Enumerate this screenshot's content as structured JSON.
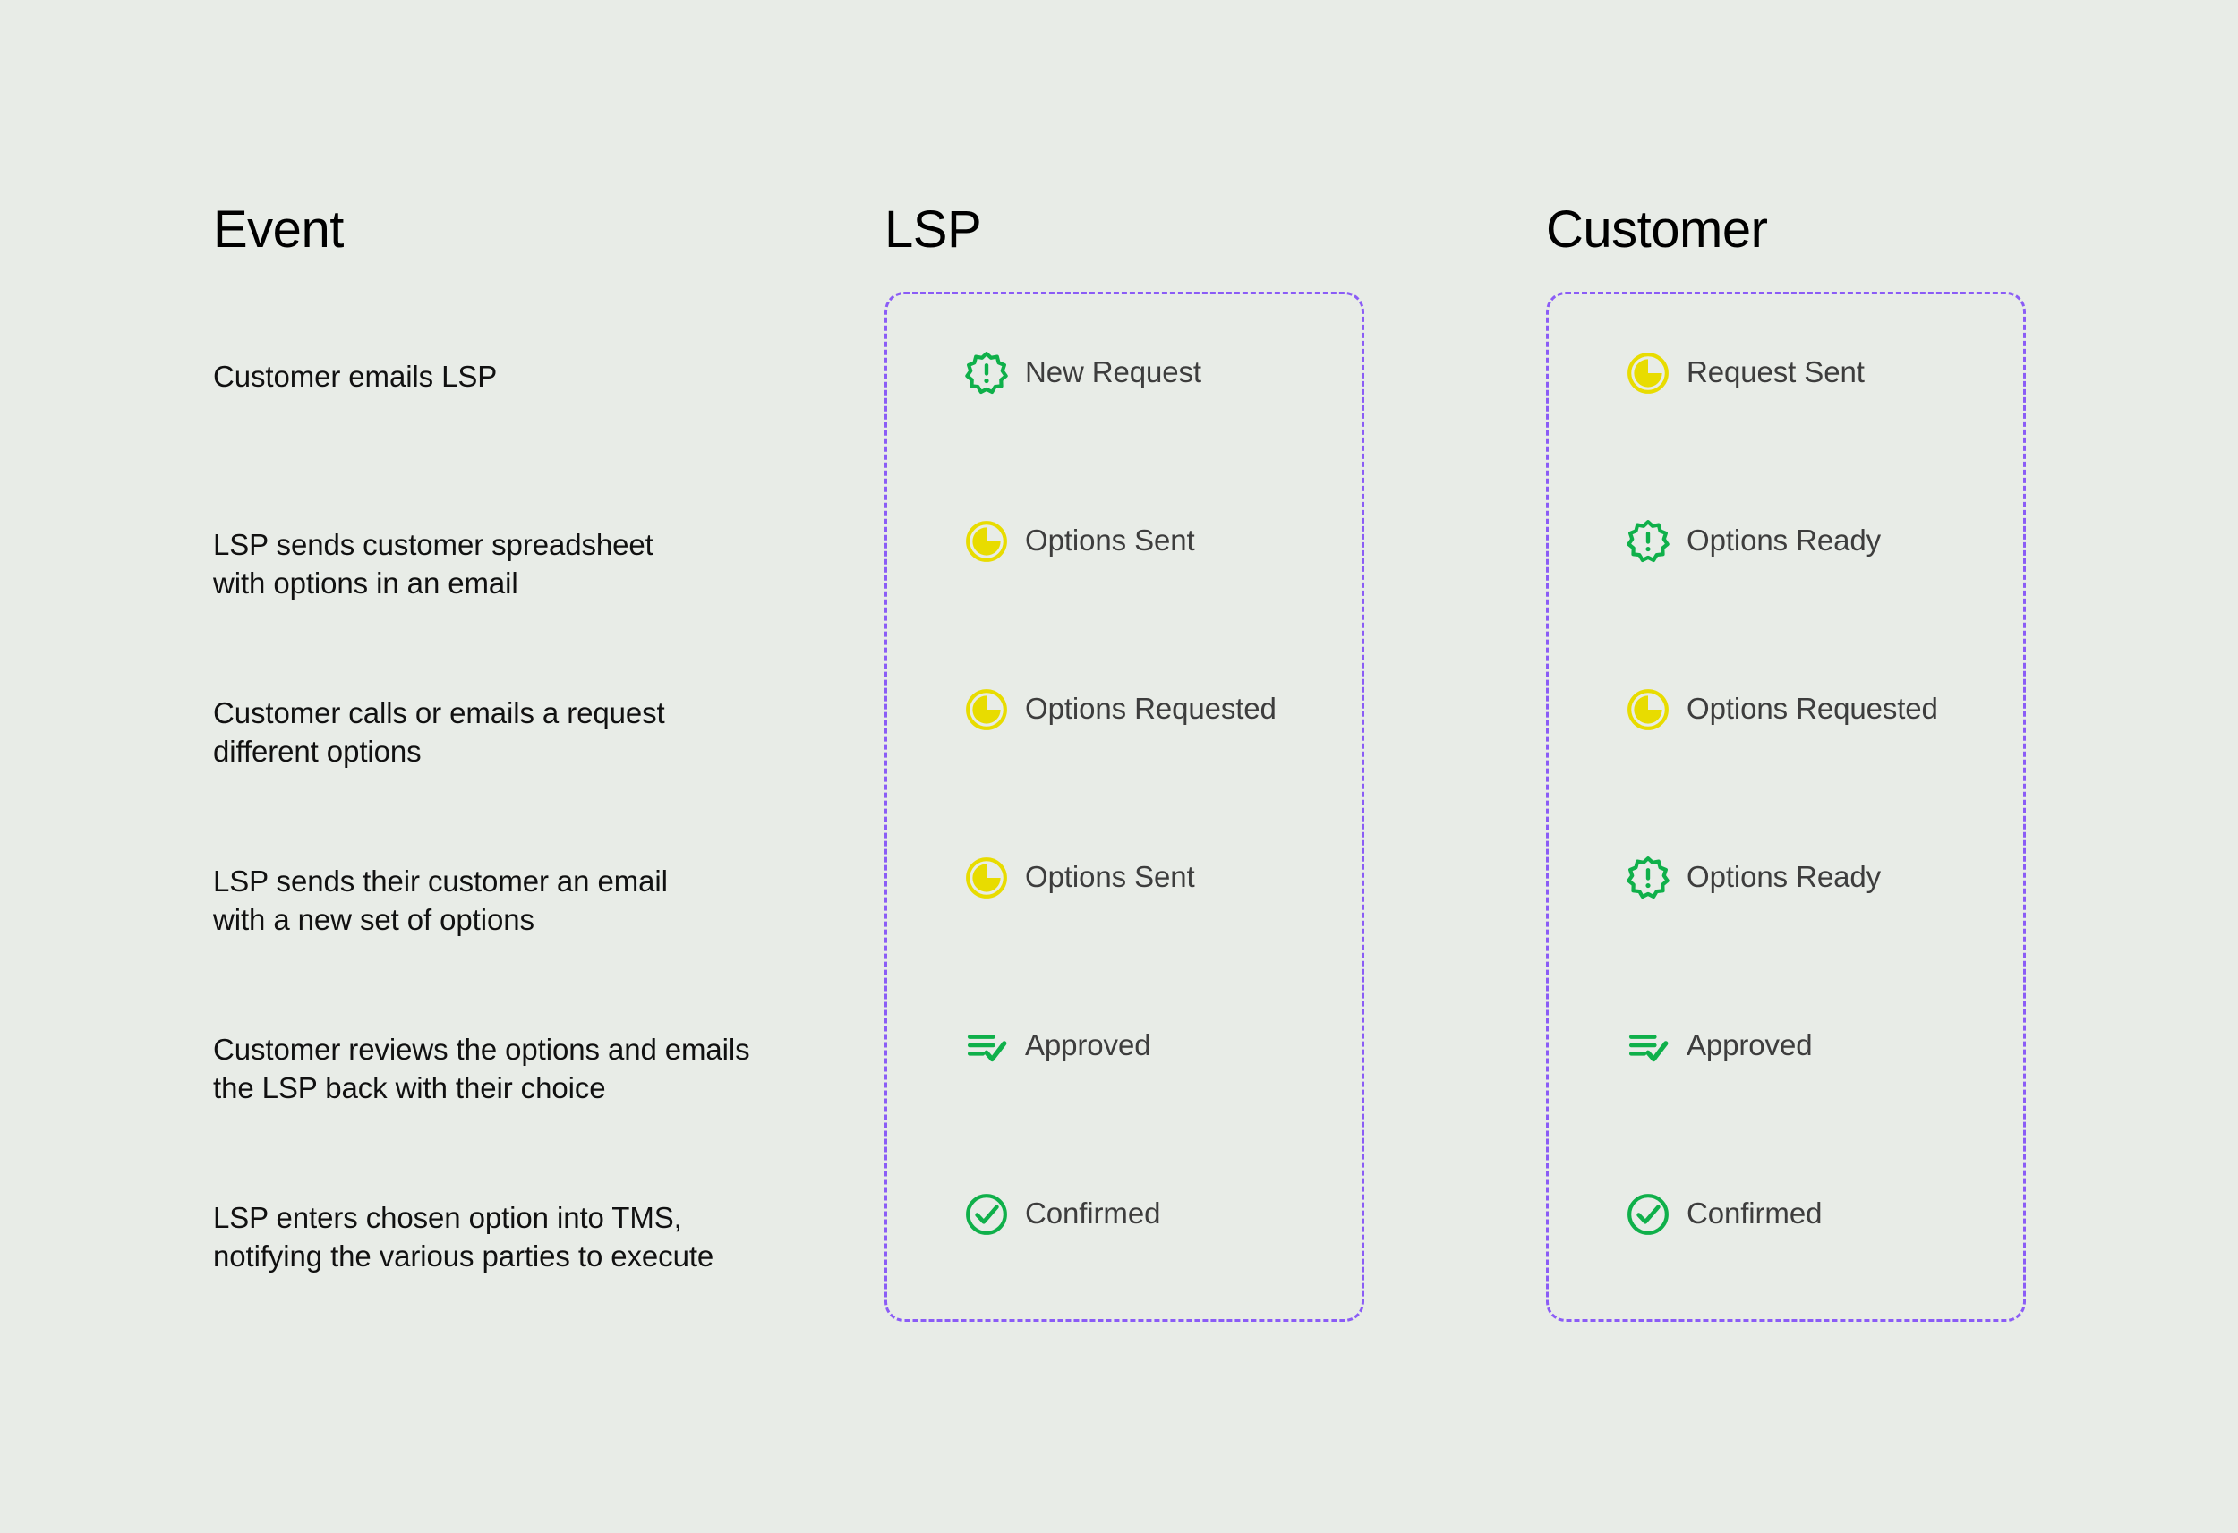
{
  "background_color": "#e8ece7",
  "accent_color": "#8b5cf6",
  "status_green": "#0FB04A",
  "status_yellow": "#E8DC00",
  "columns": {
    "event": {
      "title": "Event"
    },
    "lsp": {
      "title": "LSP"
    },
    "customer": {
      "title": "Customer"
    }
  },
  "events": [
    {
      "text": "Customer emails LSP"
    },
    {
      "text": "LSP sends customer spreadsheet\nwith options in an email"
    },
    {
      "text": "Customer calls or emails a request\ndifferent options"
    },
    {
      "text": "LSP sends their customer an email\nwith a new set of options"
    },
    {
      "text": "Customer reviews the options and emails\nthe LSP back with their choice"
    },
    {
      "text": "LSP enters chosen option into TMS,\nnotifying the various parties to execute"
    }
  ],
  "lsp_statuses": [
    {
      "label": "New Request",
      "icon": "green-badge-alert-icon",
      "icon_color": "#0FB04A"
    },
    {
      "label": "Options Sent",
      "icon": "yellow-pie-pending-icon",
      "icon_color": "#E8DC00"
    },
    {
      "label": "Options Requested",
      "icon": "yellow-pie-pending-icon",
      "icon_color": "#E8DC00"
    },
    {
      "label": "Options Sent",
      "icon": "yellow-pie-pending-icon",
      "icon_color": "#E8DC00"
    },
    {
      "label": "Approved",
      "icon": "list-check-icon",
      "icon_color": "#0FB04A"
    },
    {
      "label": "Confirmed",
      "icon": "circle-check-icon",
      "icon_color": "#0FB04A"
    }
  ],
  "customer_statuses": [
    {
      "label": "Request Sent",
      "icon": "yellow-pie-pending-icon",
      "icon_color": "#E8DC00"
    },
    {
      "label": "Options Ready",
      "icon": "green-badge-alert-icon",
      "icon_color": "#0FB04A"
    },
    {
      "label": "Options Requested",
      "icon": "yellow-pie-pending-icon",
      "icon_color": "#E8DC00"
    },
    {
      "label": "Options Ready",
      "icon": "green-badge-alert-icon",
      "icon_color": "#0FB04A"
    },
    {
      "label": "Approved",
      "icon": "list-check-icon",
      "icon_color": "#0FB04A"
    },
    {
      "label": "Confirmed",
      "icon": "circle-check-icon",
      "icon_color": "#0FB04A"
    }
  ]
}
